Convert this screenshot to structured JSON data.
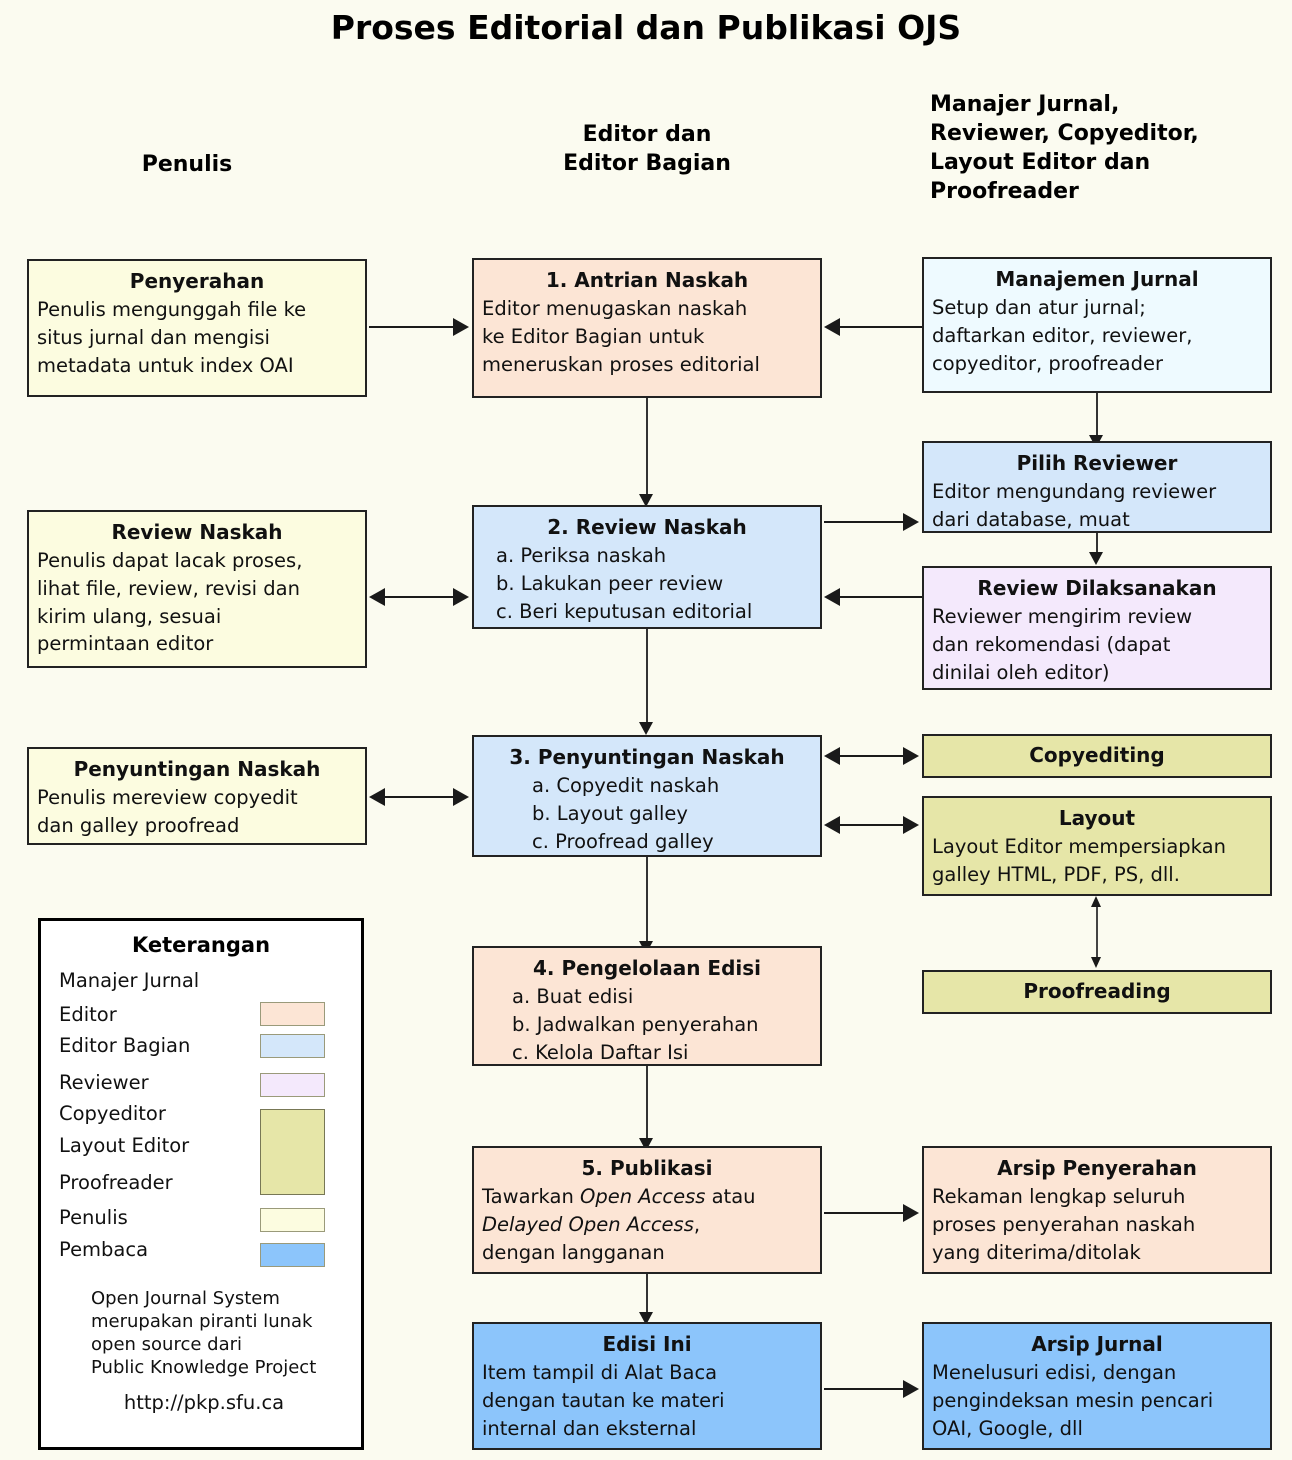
{
  "title": "Proses Editorial dan Publikasi OJS",
  "columns": [
    {
      "id": "penulis",
      "label": "Penulis"
    },
    {
      "id": "editor",
      "label": "Editor dan\nEditor Bagian"
    },
    {
      "id": "lain",
      "label": "Manajer Jurnal,\nReviewer, Copyeditor,\nLayout Editor dan\nProofreader"
    }
  ],
  "boxes": {
    "penyerahan": {
      "title": "Penyerahan",
      "body": "Penulis mengunggah file ke\nsitus jurnal dan mengisi\nmetadata untuk index OAI",
      "color": "#fcfce0",
      "role": "Penulis"
    },
    "antrian": {
      "title": "1. Antrian Naskah",
      "body": "Editor menugaskan naskah\nke Editor Bagian untuk\nmeneruskan proses editorial",
      "color": "#fce5d5",
      "role": "Editor"
    },
    "manajemen": {
      "title": "Manajemen Jurnal",
      "body": "Setup dan atur jurnal;\ndaftarkan editor, reviewer,\ncopyeditor, proofreader",
      "color": "#eefaff",
      "role": "Manajer Jurnal"
    },
    "pilih_reviewer": {
      "title": "Pilih Reviewer",
      "body": "Editor mengundang reviewer\ndari database, muat",
      "color": "#d4e7fa",
      "role": "Editor Bagian"
    },
    "review_naskah_penulis": {
      "title": "Review Naskah",
      "body": "Penulis dapat lacak proses,\nlihat file, review, revisi dan\nkirim ulang, sesuai\npermintaan editor",
      "color": "#fcfce0",
      "role": "Penulis"
    },
    "review_naskah": {
      "title": "2. Review Naskah",
      "body": "a. Periksa naskah\nb. Lakukan peer review\nc. Beri keputusan editorial",
      "color": "#d4e7fa",
      "role": "Editor Bagian"
    },
    "review_dilaksanakan": {
      "title": "Review Dilaksanakan",
      "body": "Reviewer mengirim review\ndan rekomendasi (dapat\ndinilai oleh editor)",
      "color": "#f4e9fc",
      "role": "Reviewer"
    },
    "penyuntingan_penulis": {
      "title": "Penyuntingan Naskah",
      "body": "Penulis mereview copyedit\ndan galley proofread",
      "color": "#fcfce0",
      "role": "Penulis"
    },
    "penyuntingan": {
      "title": "3. Penyuntingan Naskah",
      "body": "a. Copyedit naskah\nb. Layout galley\nc. Proofread galley",
      "color": "#d4e7fa",
      "role": "Editor Bagian"
    },
    "copyediting": {
      "title": "Copyediting",
      "body": "",
      "color": "#e6e6a8",
      "role": "Copyeditor"
    },
    "layout": {
      "title": "Layout",
      "body": "Layout Editor mempersiapkan\ngalley HTML, PDF, PS, dll.",
      "color": "#e6e6a8",
      "role": "Layout Editor"
    },
    "proofreading": {
      "title": "Proofreading",
      "body": "",
      "color": "#e6e6a8",
      "role": "Proofreader"
    },
    "pengelolaan": {
      "title": "4. Pengelolaan Edisi",
      "body": "a. Buat edisi\nb. Jadwalkan penyerahan\nc. Kelola Daftar Isi",
      "color": "#fce5d5",
      "role": "Editor"
    },
    "publikasi": {
      "title": "5. Publikasi",
      "body_parts": [
        {
          "text": "Tawarkan ",
          "italic": false
        },
        {
          "text": "Open Access",
          "italic": true
        },
        {
          "text": " atau\n",
          "italic": false
        },
        {
          "text": "Delayed Open Access",
          "italic": true
        },
        {
          "text": ",\ndengan langganan",
          "italic": false
        }
      ],
      "body_plain": "Tawarkan Open Access atau\nDelayed Open Access,\ndengan langganan",
      "color": "#fce5d5",
      "role": "Editor"
    },
    "arsip_penyerahan": {
      "title": "Arsip Penyerahan",
      "body": "Rekaman lengkap seluruh\nproses penyerahan naskah\nyang diterima/ditolak",
      "color": "#fce5d5",
      "role": "Editor"
    },
    "edisi_ini": {
      "title": "Edisi Ini",
      "body": "Item tampil di Alat Baca\ndengan tautan ke materi\ninternal dan eksternal",
      "color": "#8cc5fb",
      "role": "Pembaca"
    },
    "arsip_jurnal": {
      "title": "Arsip Jurnal",
      "body": "Menelusuri edisi, dengan\npengindeksan mesin pencari\nOAI, Google, dll",
      "color": "#8cc5fb",
      "role": "Pembaca"
    }
  },
  "legend": {
    "title": "Keterangan",
    "items": [
      {
        "label": "Manajer Jurnal",
        "color": ""
      },
      {
        "label": "Editor",
        "color": "#fce5d5"
      },
      {
        "label": "Editor Bagian",
        "color": "#d4e7fa"
      },
      {
        "label": "Reviewer",
        "color": "#f4e9fc"
      },
      {
        "label": "Copyeditor",
        "color": "#e6e6a8"
      },
      {
        "label": "Layout Editor",
        "color": ""
      },
      {
        "label": "Proofreader",
        "color": ""
      },
      {
        "label": "Penulis",
        "color": "#fcfce0"
      },
      {
        "label": "Pembaca",
        "color": "#8cc5fb"
      }
    ],
    "note": "Open Journal System\nmerupakan piranti lunak\nopen source dari\nPublic Knowledge Project",
    "url": "http://pkp.sfu.ca"
  }
}
